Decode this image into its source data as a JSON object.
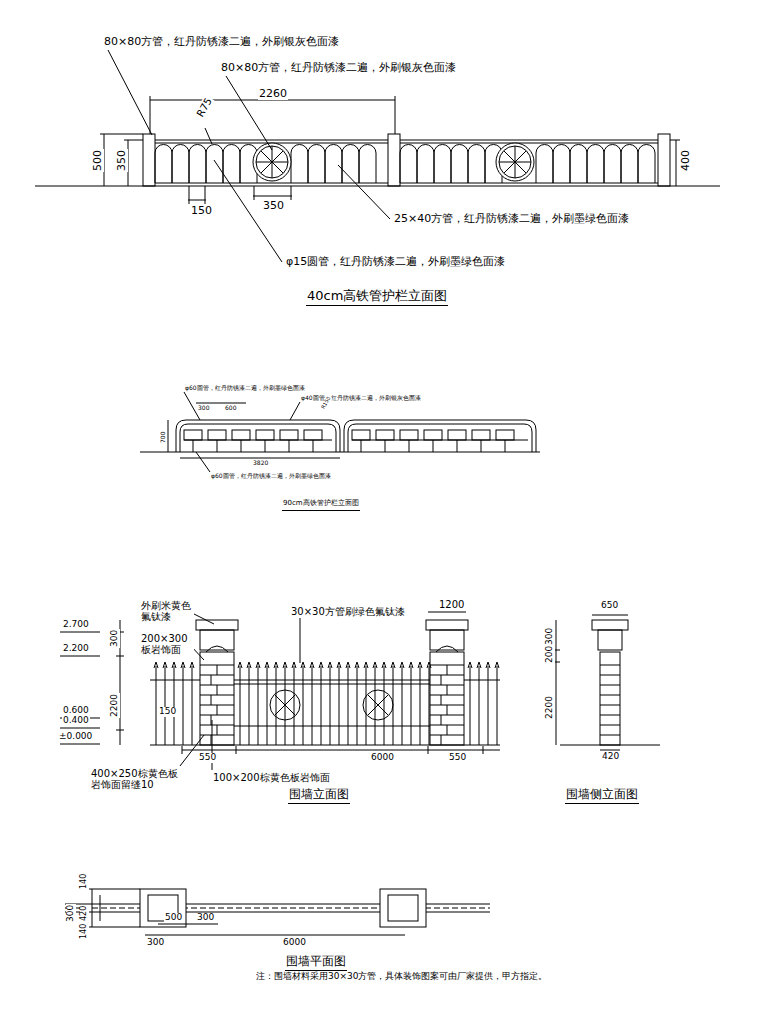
{
  "diagram": {
    "labels": [
      "80×80方管，红丹防锈漆二遍，外刷银灰色面漆",
      "80×80方管，红丹防锈漆二遍，外刷银灰色面漆",
      "2260",
      "R75",
      "500",
      "350",
      "400",
      "150",
      "350",
      "25×40方管，红丹防锈漆二遍，外刷墨绿色面漆",
      "φ15圆管，红丹防锈漆二遍，外刷墨绿色面漆",
      "40cm高铁管护栏立面图",
      "φ60圆管，红丹防锈漆二遍，外刷墨绿色面漆",
      "φ40圆管，红丹防锈漆二遍，外刷银灰色面漆",
      "300",
      "600",
      "700",
      "R150",
      "3820",
      "φ60圆管，红丹防锈漆二遍，外刷墨绿色面漆",
      "90cm高铁管护栏立面图",
      "2.700",
      "2.200",
      "0.600",
      "0.400",
      "±0.000",
      "300",
      "2200",
      "外刷米黄色氟钛漆",
      "200×300板岩饰面",
      "30×30方管刷绿色氟钛漆",
      "1200",
      "150",
      "550",
      "6000",
      "550",
      "400×250棕黄色板岩饰面留缝10",
      "100×200棕黄色板岩饰面",
      "围墙立面图",
      "650",
      "300",
      "200",
      "2200",
      "420",
      "围墙侧立面图",
      "300",
      "140",
      "420",
      "140",
      "500",
      "300",
      "300",
      "6000",
      "围墙平面图",
      "注：围墙材料采用30×30方管，具体装饰图案可由厂家提供，甲方指定。"
    ]
  }
}
